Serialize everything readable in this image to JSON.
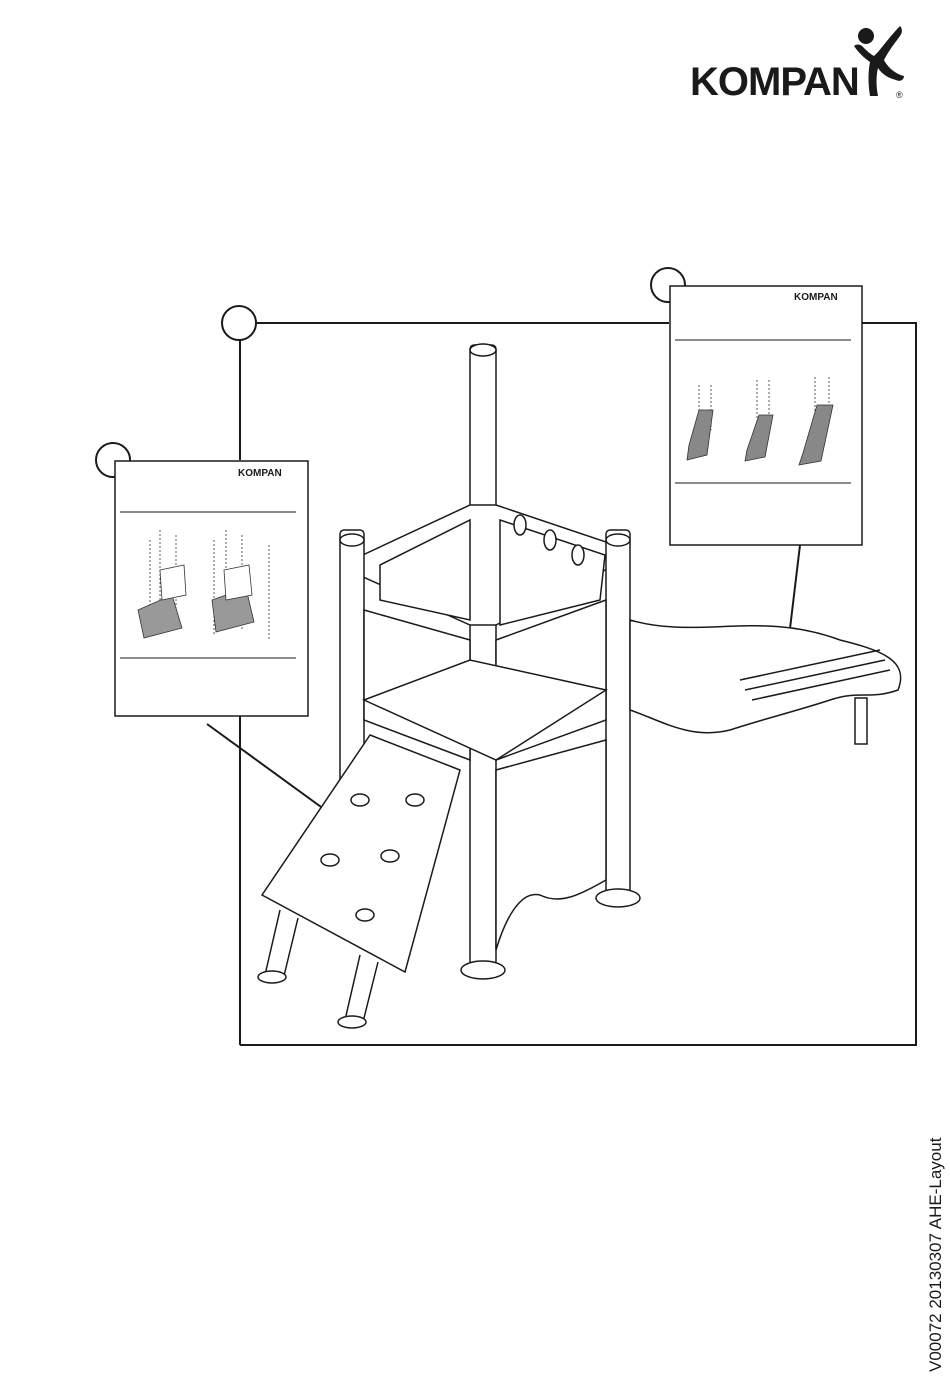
{
  "brand": {
    "name": "KOMPAN",
    "registered_mark": "®"
  },
  "callouts": {
    "main_assembly": "",
    "climbing_ramp": "",
    "slide": ""
  },
  "thumbnails": {
    "ramp": {
      "brand": "KOMPAN"
    },
    "slide": {
      "brand": "KOMPAN"
    }
  },
  "footer": {
    "doc_code": "V00072  20130307  AHE-Layout"
  }
}
